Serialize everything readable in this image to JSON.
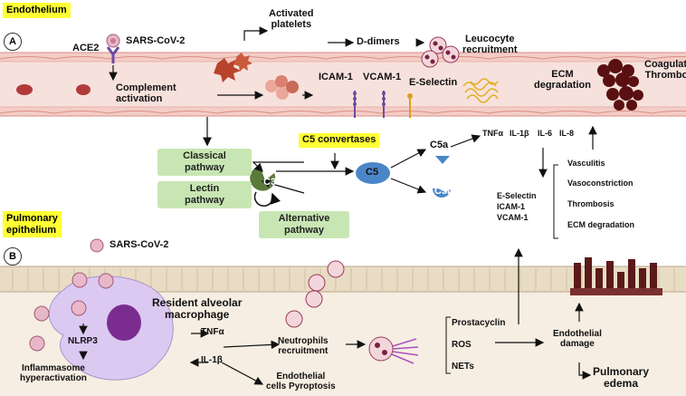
{
  "sections": {
    "endothelium": "Endothelium",
    "pulmonary_epithelium": "Pulmonary\nepithelium",
    "panel_a": "A",
    "panel_b": "B"
  },
  "top": {
    "ace2": "ACE2",
    "sars_cov2": "SARS-CoV-2",
    "activated_platelets": "Activated\nplatelets",
    "d_dimers": "D-dimers",
    "leucocyte_recruitment": "Leucocyte\nrecruitment",
    "complement_activation": "Complement\nactivation",
    "icam1": "ICAM-1",
    "vcam1": "VCAM-1",
    "e_selectin": "E-Selectin",
    "ecm_degradation": "ECM\ndegradation",
    "coagulation_thrombosis": "Coagulation\nThrombosis"
  },
  "complement": {
    "classical": "Classical\npathway",
    "lectin": "Lectin\npathway",
    "alternative": "Alternative\npathway",
    "c3b": "C3b",
    "c5_convertases": "C5 convertases",
    "c5": "C5",
    "c5a": "C5a",
    "c5b": "C5b",
    "cytokines": [
      "TNFα",
      "IL-1β",
      "IL-6",
      "IL-8"
    ],
    "adhesion": [
      "E-Selectin",
      "ICAM-1",
      "VCAM-1"
    ],
    "outcomes": [
      "Vasculitis",
      "Vasoconstriction",
      "Thrombosis",
      "ECM degradation"
    ]
  },
  "bottom": {
    "sars_cov2": "SARS-CoV-2",
    "resident_macrophage": "Resident alveolar\nmacrophage",
    "nlrp3": "NLRP3",
    "inflammasome": "Inflammasome\nhyperactivation",
    "tnfa": "TNFα",
    "il1b": "IL-1β",
    "neutrophils": "Neutrophils\nrecruitment",
    "pyroptosis": "Endothelial\ncells Pyroptosis",
    "mediators": [
      "Prostacyclin",
      "ROS",
      "NETs"
    ],
    "endothelial_damage": "Endothelial\ndamage",
    "pulmonary_edema": "Pulmonary\nedema"
  },
  "colors": {
    "yellow_label": "#ffff33",
    "green_box": "#c8e6b3",
    "vessel_pink": "#f7e1dc",
    "vessel_border": "#d98e86",
    "c5_blue": "#4a86c7",
    "c3b_green": "#5a7a3a",
    "epithelium": "#e9dcc4",
    "macrophage": "#dcc9f2",
    "nucleus": "#7b2d8f",
    "clot": "#5a1010"
  }
}
